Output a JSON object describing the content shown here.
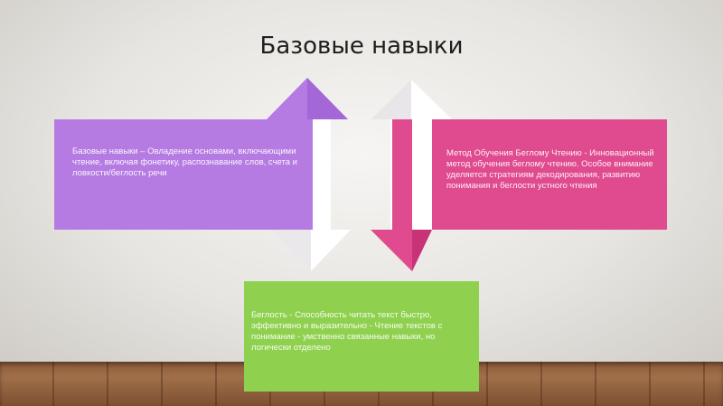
{
  "slide": {
    "title": "Базовые навыки"
  },
  "blocks": {
    "left": {
      "text": "Базовые навыки – Овладение основами, включающими чтение, включая фонетику, распознавание слов, счета и ловкости/беглость речи",
      "color": "#b57be3"
    },
    "right": {
      "text": "Метод Обучения Беглому Чтению - Инновационный метод обучения беглому чтению. Особое внимание уделяется стратегиям декодирования, развитию понимания и беглости устного чтения",
      "color": "#e04a8e"
    },
    "bottom": {
      "text": "Беглость - Способность читать текст быстро, эффективно и выразительно - Чтение текстов с понимание - умственно связанные навыки, но логически отделено",
      "color": "#8fd14f"
    }
  },
  "arrows": {
    "left_arrow_color": "#b57be3",
    "right_arrow_color": "#e04a8e",
    "white_arrow_color": "#ffffff"
  }
}
